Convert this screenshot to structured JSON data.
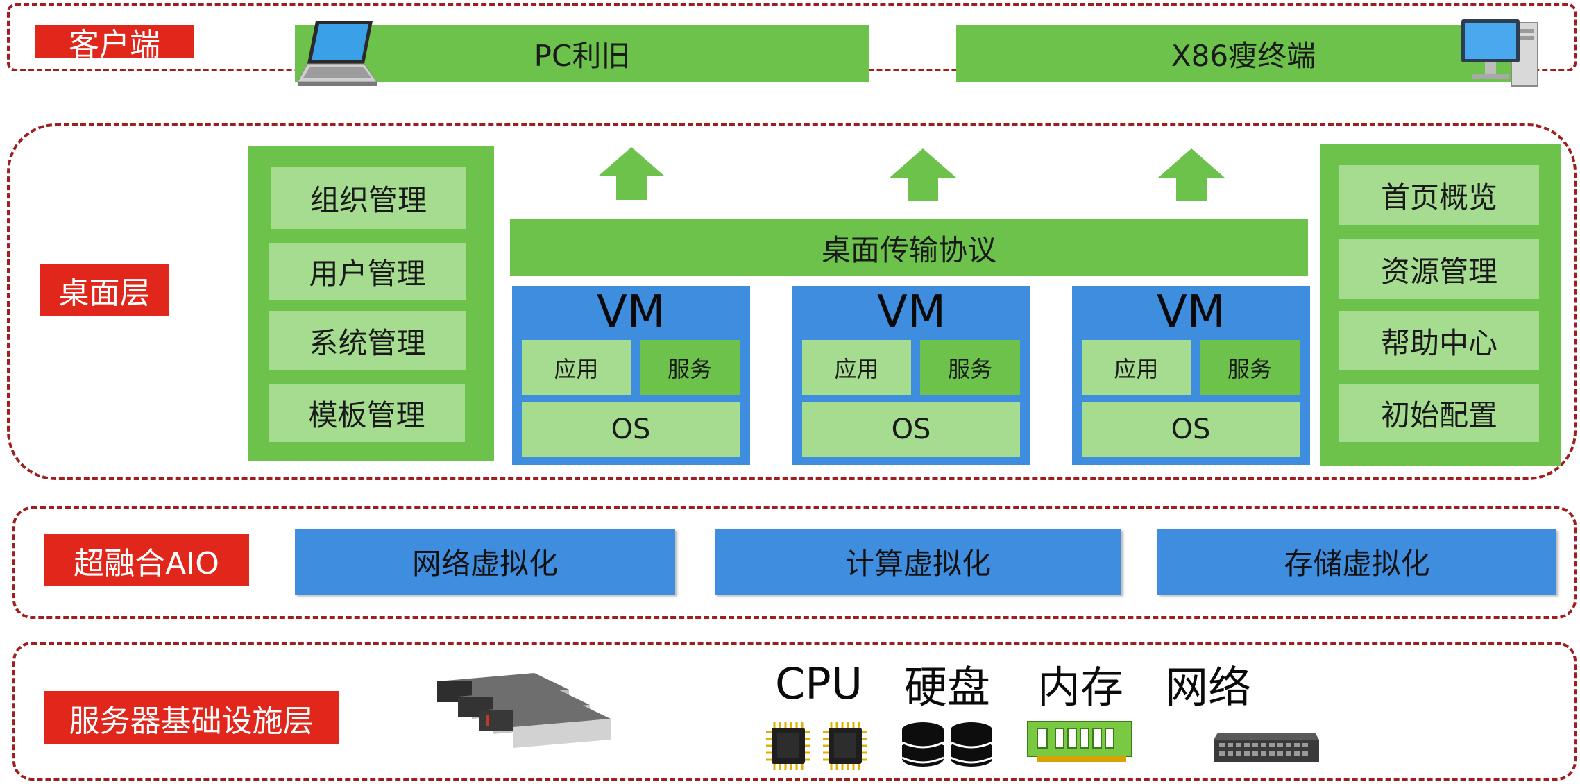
{
  "client_layer": {
    "label": "客户端",
    "left_bar": "PC利旧",
    "right_bar": "X86瘦终端",
    "icons": [
      "laptop-icon",
      "desktop-pc-icon"
    ]
  },
  "desktop_layer": {
    "label": "桌面层",
    "left_panel": [
      "组织管理",
      "用户管理",
      "系统管理",
      "模板管理"
    ],
    "protocol": "桌面传输协议",
    "vms": [
      {
        "title": "VM",
        "app": "应用",
        "service": "服务",
        "os": "OS"
      },
      {
        "title": "VM",
        "app": "应用",
        "service": "服务",
        "os": "OS"
      },
      {
        "title": "VM",
        "app": "应用",
        "service": "服务",
        "os": "OS"
      }
    ],
    "right_panel": [
      "首页概览",
      "资源管理",
      "帮助中心",
      "初始配置"
    ]
  },
  "aio_layer": {
    "label": "超融合AIO",
    "items": [
      "网络虚拟化",
      "计算虚拟化",
      "存储虚拟化"
    ]
  },
  "infra_layer": {
    "label": "服务器基础设施层",
    "hardware": [
      "CPU",
      "硬盘",
      "内存",
      "网络"
    ],
    "icons": [
      "server-rack-icon",
      "cpu-chip-icon",
      "disk-stack-icon",
      "memory-module-icon",
      "network-switch-icon"
    ]
  },
  "colors": {
    "label_red": "#e1261c",
    "green": "#6cc24a",
    "light_green": "#a6dc8f",
    "blue": "#3f8dde",
    "dash_red": "#a11e1e"
  }
}
